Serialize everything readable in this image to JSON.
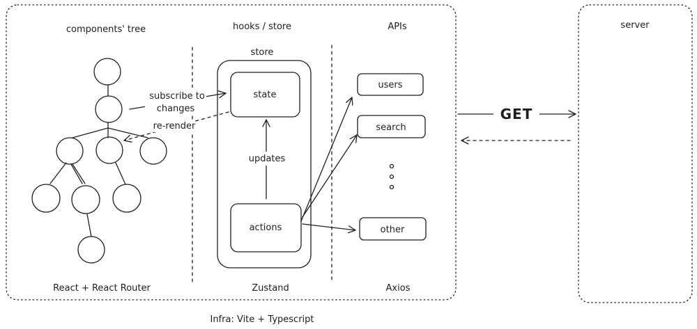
{
  "sections": {
    "components_tree": "components' tree",
    "hooks_store": "hooks / store",
    "apis": "APIs",
    "server": "server"
  },
  "store": {
    "label": "store",
    "state": "state",
    "actions": "actions",
    "updates": "updates"
  },
  "apis": {
    "items": [
      "users",
      "search",
      "other"
    ]
  },
  "edges": {
    "subscribe": [
      "subscribe to",
      "changes"
    ],
    "rerender": "re-render",
    "get": "GET"
  },
  "footers": {
    "react": "React + React Router",
    "zustand": "Zustand",
    "axios": "Axios",
    "infra": "Infra: Vite + Typescript"
  }
}
